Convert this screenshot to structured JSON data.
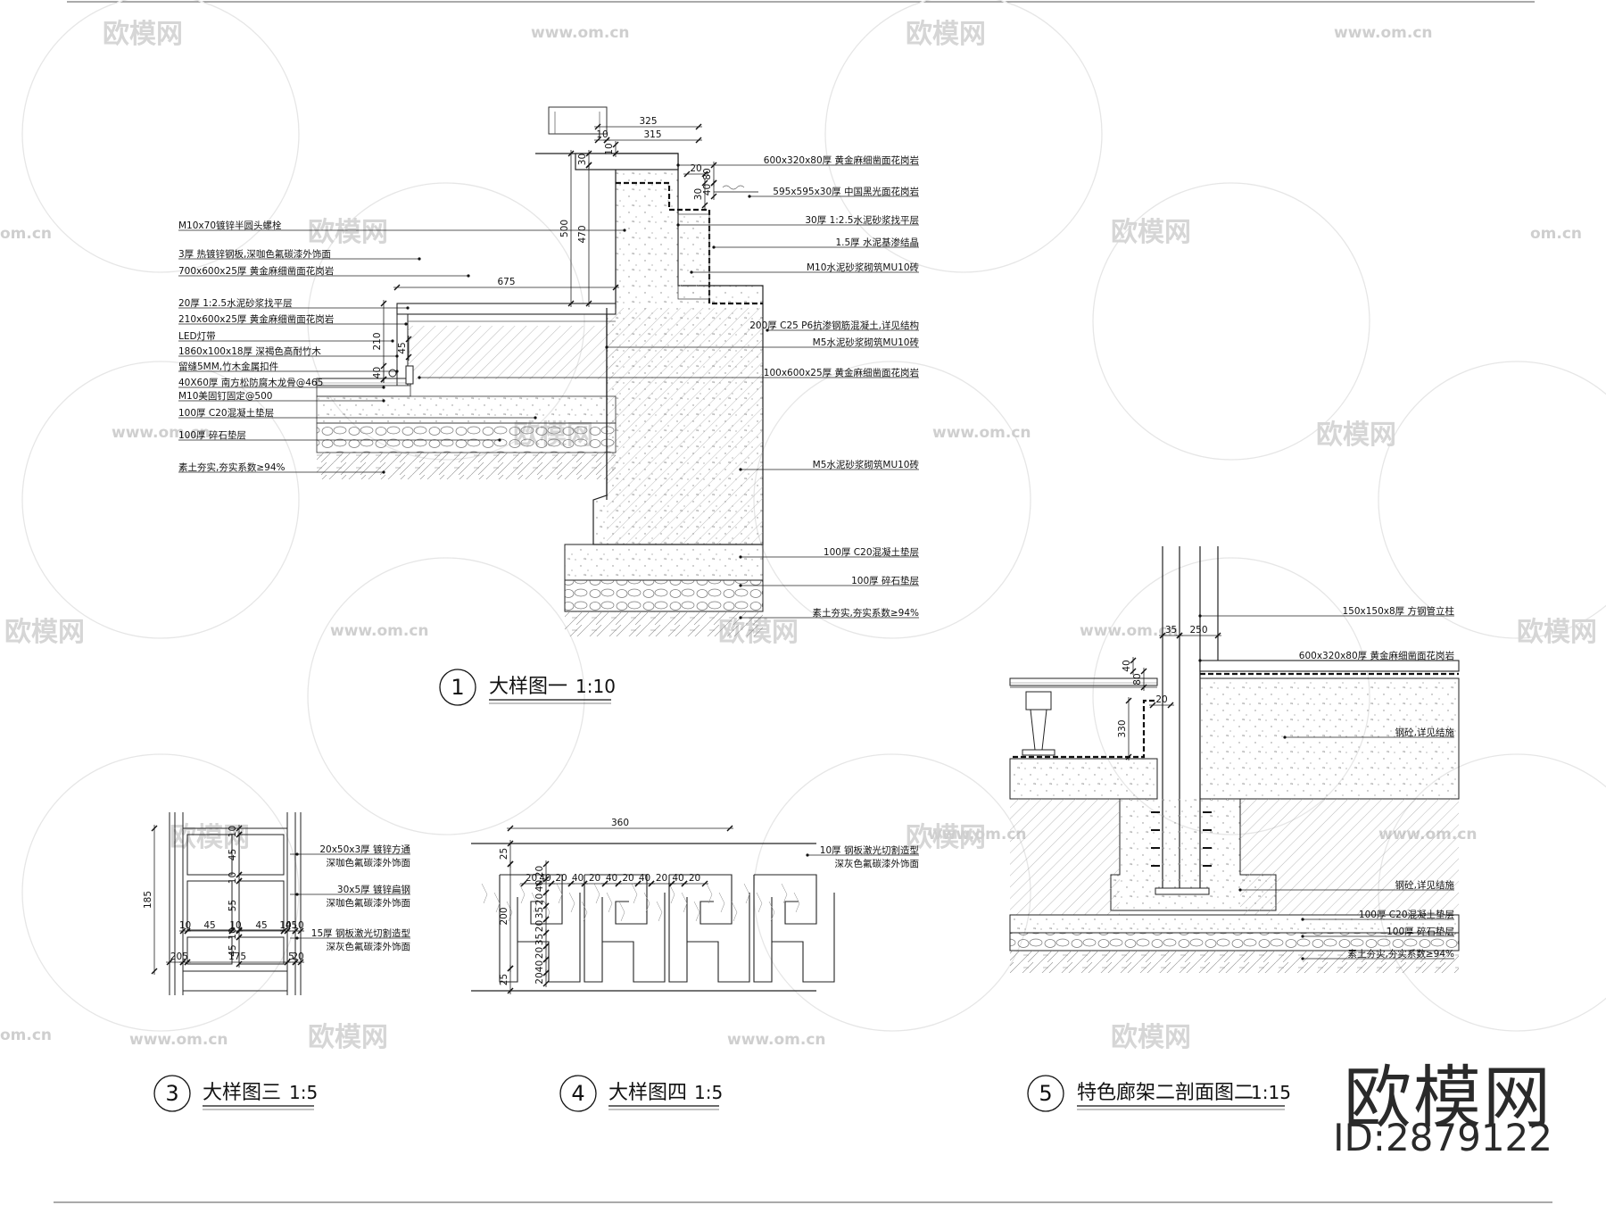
{
  "watermark": {
    "brand": "欧模网",
    "url": "www.om.cn",
    "url_short": "om.cn"
  },
  "logo": {
    "name": "欧模网",
    "id": "ID:2879122"
  },
  "detail1": {
    "number": "1",
    "title": "大样图一",
    "scale": "1:10",
    "dims": [
      "325",
      "315",
      "10",
      "10",
      "30",
      "20",
      "80",
      "40",
      "30",
      "500",
      "470",
      "675",
      "210",
      "45",
      "40"
    ],
    "labels_left": [
      "M10x70镀锌半圆头螺栓",
      "3厚 热镀锌钢板,深咖色氟碳漆外饰面",
      "700x600x25厚 黄金麻细凿面花岗岩",
      "20厚 1:2.5水泥砂浆找平层",
      "210x600x25厚 黄金麻细凿面花岗岩",
      "LED灯带",
      "1860x100x18厚 深褐色高耐竹木",
      "留缝5MM,竹木金属扣件",
      "40X60厚 南方松防腐木龙骨@465",
      "M10美固钉固定@500",
      "100厚 C20混凝土垫层",
      "100厚 碎石垫层",
      "素土夯实,夯实系数≥94%"
    ],
    "labels_right": [
      "600x320x80厚 黄金麻细凿面花岗岩",
      "595x595x30厚 中国黑光面花岗岩",
      "30厚 1:2.5水泥砂浆找平层",
      "1.5厚 水泥基渗结晶",
      "M10水泥砂浆砌筑MU10砖",
      "200厚 C25 P6抗渗钢筋混凝土,详见结构",
      "M5水泥砂浆砌筑MU10砖",
      "100x600x25厚 黄金麻细凿面花岗岩",
      "M5水泥砂浆砌筑MU10砖",
      "100厚 C20混凝土垫层",
      "100厚 碎石垫层",
      "素土夯实,夯实系数≥94%"
    ]
  },
  "detail3": {
    "number": "3",
    "title": "大样图三",
    "scale": "1:5",
    "dims_v": [
      "185",
      "10",
      "45",
      "10",
      "55",
      "10",
      "45"
    ],
    "dims_h": [
      "10",
      "45",
      "10",
      "45",
      "10",
      "45",
      "10"
    ],
    "dims_bottom": [
      "20",
      "5",
      "175",
      "5",
      "20"
    ],
    "labels": [
      "20x50x3厚 镀锌方通",
      "深咖色氟碳漆外饰面",
      "30x5厚 镀锌扁钢",
      "深咖色氟碳漆外饰面",
      "15厚 钢板激光切割造型",
      "深灰色氟碳漆外饰面"
    ]
  },
  "detail4": {
    "number": "4",
    "title": "大样图四",
    "scale": "1:5",
    "dim_top": "360",
    "dims_row": [
      "20",
      "40",
      "20",
      "40",
      "20",
      "40",
      "20",
      "40",
      "20",
      "40",
      "20"
    ],
    "dims_left": [
      "25",
      "200",
      "25"
    ],
    "dims_inner": [
      "20",
      "40",
      "20",
      "35",
      "20",
      "35",
      "20",
      "40",
      "20"
    ],
    "labels": [
      "10厚 钢板激光切割造型",
      "深灰色氟碳漆外饰面"
    ]
  },
  "detail5": {
    "number": "5",
    "title": "特色廊架二剖面图二",
    "scale": "1:15",
    "dims": [
      "35",
      "250",
      "40",
      "80",
      "20",
      "330"
    ],
    "labels": [
      "150x150x8厚 方钢管立柱",
      "600x320x80厚 黄金麻细凿面花岗岩",
      "钢砼,详见结施",
      "钢砼,详见结施",
      "100厚 C20混凝土垫层",
      "100厚 碎石垫层",
      "素土夯实,夯实系数≥94%"
    ]
  }
}
